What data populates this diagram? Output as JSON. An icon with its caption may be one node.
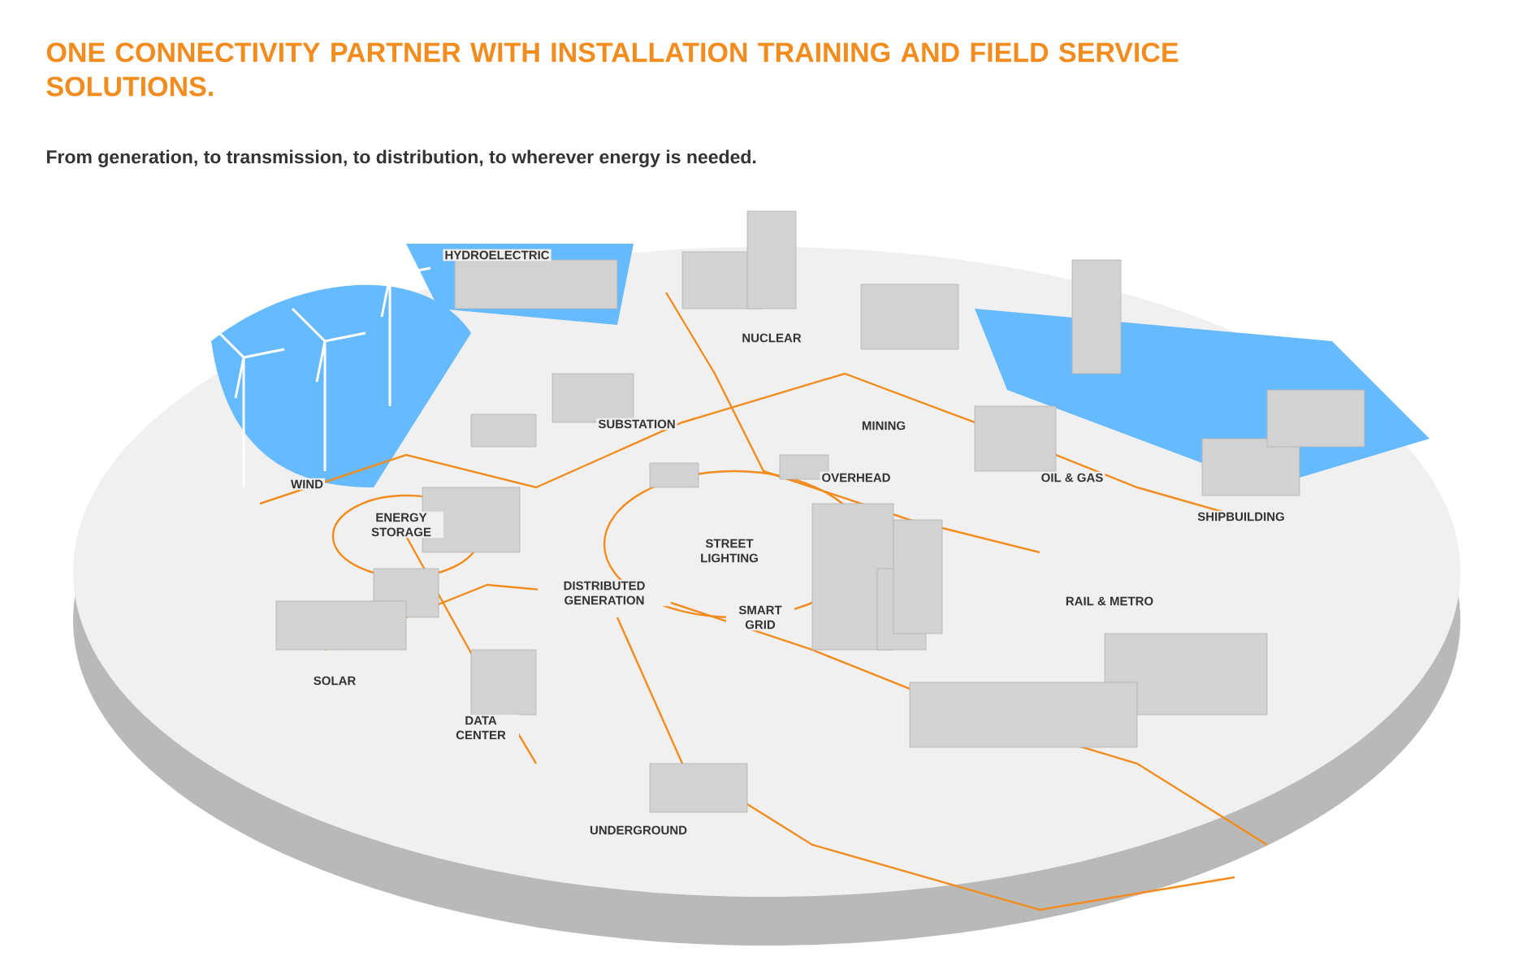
{
  "diagram": {
    "title": "ONE CONNECTIVITY PARTNER WITH INSTALLATION TRAINING AND FIELD SERVICE SOLUTIONS.",
    "caption": "From generation, to transmission, to distribution, to wherever energy is needed.",
    "labels": [
      "HYDROELECTRIC",
      "NUCLEAR",
      "SUBSTATION",
      "MINING",
      "OVERHEAD",
      "WIND",
      "ENERGY STORAGE",
      "OIL & GAS",
      "SHIPBUILDING",
      "STREET LIGHTING",
      "DISTRIBUTED GENERATION",
      "SMART GRID",
      "RAIL & METRO",
      "SOLAR",
      "DATA CENTER",
      "UNDERGROUND"
    ]
  }
}
